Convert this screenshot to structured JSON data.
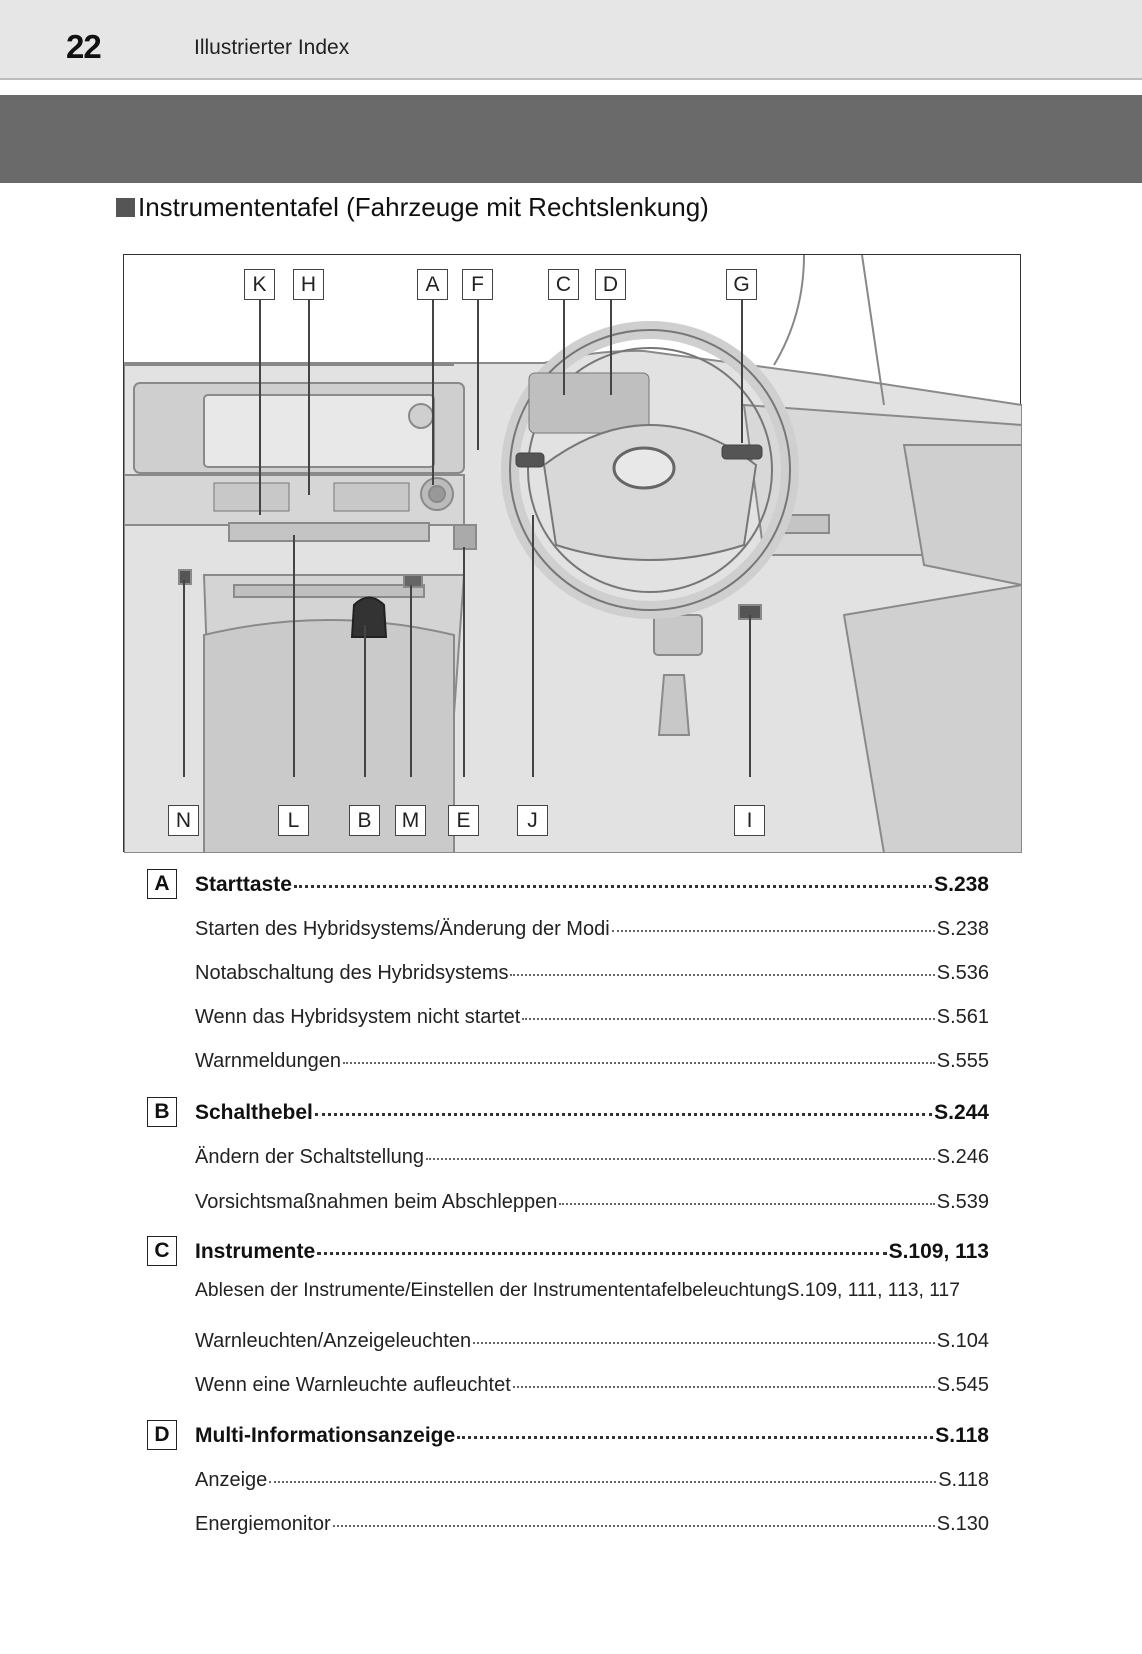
{
  "header": {
    "page_number": "22",
    "running_title": "Illustrierter Index"
  },
  "section": {
    "heading": "Instrumententafel (Fahrzeuge mit Rechtslenkung)"
  },
  "figure": {
    "callouts_top": [
      "K",
      "H",
      "A",
      "F",
      "C",
      "D",
      "G"
    ],
    "callouts_bottom": [
      "N",
      "L",
      "B",
      "M",
      "E",
      "J",
      "I"
    ]
  },
  "entries": [
    {
      "letter": "A",
      "rows": [
        {
          "label": "Starttaste",
          "page": "S.238",
          "head": true
        },
        {
          "label": "Starten des Hybridsystems/Änderung der Modi",
          "page": "S.238"
        },
        {
          "label": "Notabschaltung des Hybridsystems",
          "page": "S.536"
        },
        {
          "label": "Wenn das Hybridsystem nicht startet",
          "page": "S.561"
        },
        {
          "label": "Warnmeldungen",
          "page": "S.555"
        }
      ]
    },
    {
      "letter": "B",
      "rows": [
        {
          "label": "Schalthebel",
          "page": "S.244",
          "head": true
        },
        {
          "label": "Ändern der Schaltstellung",
          "page": "S.246"
        },
        {
          "label": "Vorsichtsmaßnahmen beim Abschleppen",
          "page": "S.539"
        }
      ]
    },
    {
      "letter": "C",
      "rows": [
        {
          "label": "Instrumente",
          "page": "S.109, 113",
          "head": true
        },
        {
          "label": "Ablesen der Instrumente/Einstellen der Instrumententafelbeleuchtung",
          "page": "S.109, 111, 113, 117"
        },
        {
          "label": "Warnleuchten/Anzeigeleuchten",
          "page": "S.104"
        },
        {
          "label": "Wenn eine Warnleuchte aufleuchtet",
          "page": "S.545"
        }
      ]
    },
    {
      "letter": "D",
      "rows": [
        {
          "label": "Multi-Informationsanzeige",
          "page": "S.118",
          "head": true
        },
        {
          "label": "Anzeige",
          "page": "S.118"
        },
        {
          "label": "Energiemonitor",
          "page": "S.130"
        }
      ]
    }
  ]
}
